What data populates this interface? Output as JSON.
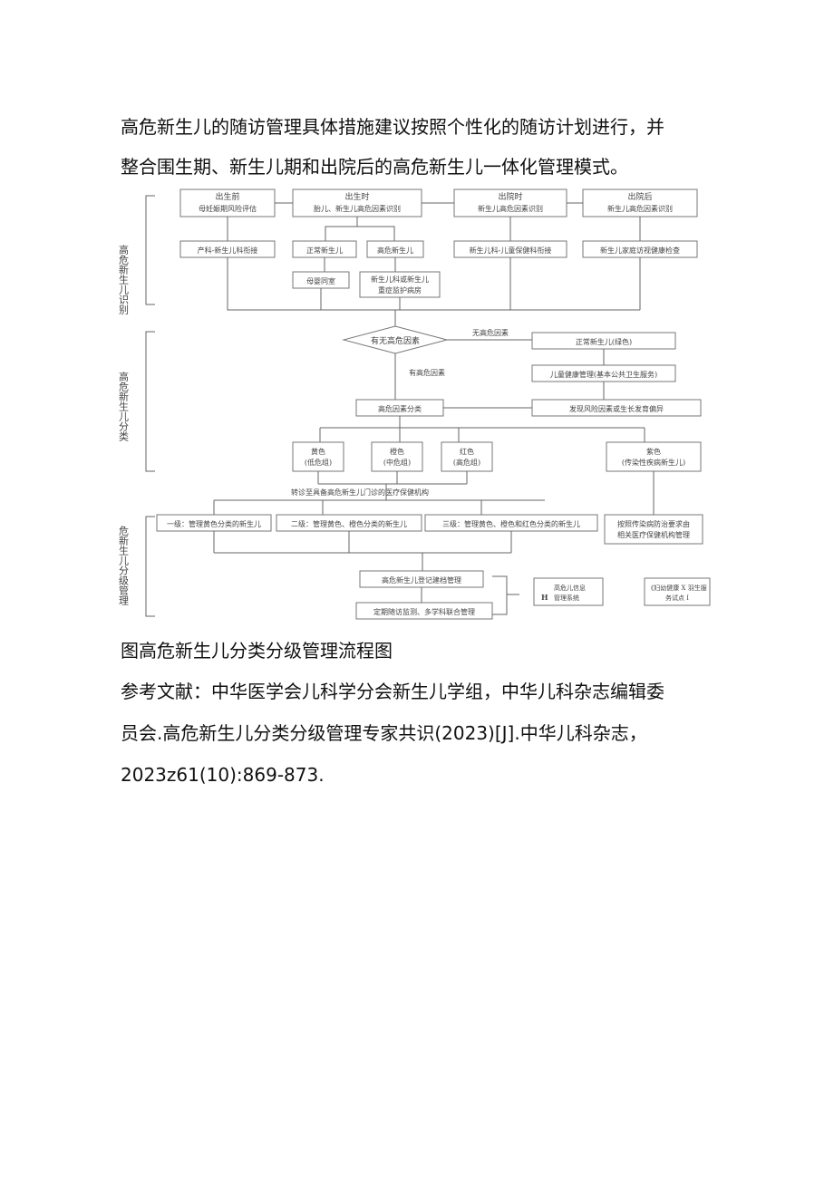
{
  "intro": {
    "line1": "高危新生儿的随访管理具体措施建议按照个性化的随访计划进行，并",
    "line2": "整合围生期、新生儿期和出院后的高危新生儿一体化管理模式。"
  },
  "flowchart": {
    "side_labels": [
      "高危新生儿识别",
      "高危新生儿分类",
      "危新生儿分级管理"
    ],
    "stage1": {
      "b1a": "出生前",
      "b1b": "母妊娠期风险评估",
      "b2a": "出生时",
      "b2b": "胎儿、新生儿高危因素识别",
      "b3a": "出院时",
      "b3b": "新生儿高危因素识别",
      "b4a": "出院后",
      "b4b": "新生儿高危因素识别",
      "r2_1": "产科-新生儿科衔接",
      "r2_2": "正常新生儿",
      "r2_3": "高危新生儿",
      "r2_4": "新生儿科-儿童保健科衔接",
      "r2_5": "新生儿家庭访视健康检查",
      "r3_1": "母婴同室",
      "r3_2a": "新生儿科或新生儿",
      "r3_2b": "重症监护病房"
    },
    "stage2": {
      "decision": "有无高危因素",
      "no_label": "无高危因素",
      "yes_label": "有高危因素",
      "normal": "正常新生儿(绿色)",
      "health": "儿童健康管理(基本公共卫生服务)",
      "classify": "高危因素分类",
      "found": "发现风险因素或生长发育偏异",
      "yellow_a": "黄色",
      "yellow_b": "(低危组)",
      "orange_a": "橙色",
      "orange_b": "(中危组)",
      "red_a": "红色",
      "red_b": "(高危组)",
      "purple_a": "紫色",
      "purple_b": "(传染性疾病新生儿)"
    },
    "stage3": {
      "transfer": "转诊至具备高危新生儿门诊的医疗保健机构",
      "level1": "一级：管理黄色分类的新生儿",
      "level2": "二级：管理黄色、橙色分类的新生儿",
      "level3": "三级：管理黄色、橙色和红色分类的新生儿",
      "purple_mgmt_a": "按照传染病防治要求由",
      "purple_mgmt_b": "相关医疗保健机构管理",
      "register": "高危新生儿登记建档管理",
      "followup": "定期随访监测、多学科联合管理",
      "side1a": "高危儿信息",
      "side1b": "管理系统",
      "side1_mark": "H",
      "side2a": "《妇幼健康 X 羽生服",
      "side2b": "务试点 I"
    }
  },
  "caption": "图高危新生儿分类分级管理流程图",
  "references": {
    "line1": "参考文献：中华医学会儿科学分会新生儿学组，中华儿科杂志编辑委",
    "line2": "员会.高危新生儿分类分级管理专家共识(2023)[J].中华儿科杂志，",
    "line3": "2023z61(10):869-873."
  }
}
